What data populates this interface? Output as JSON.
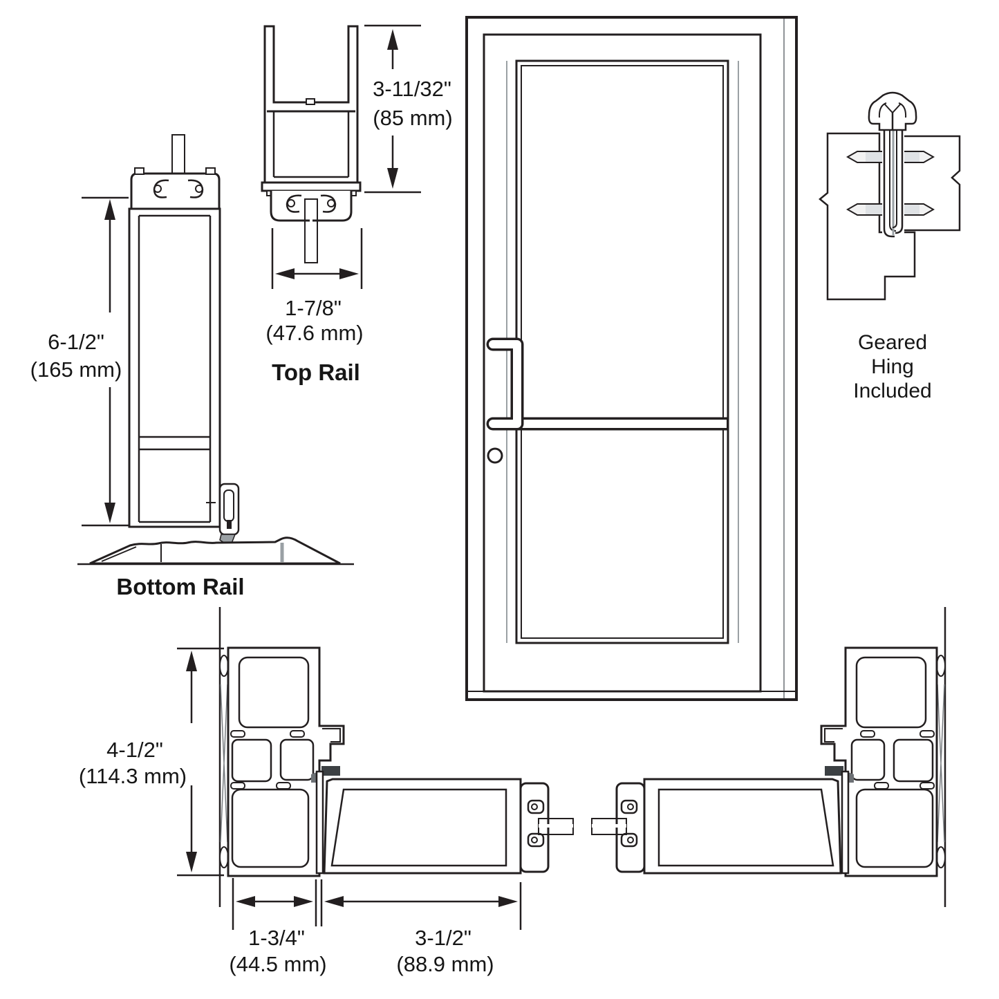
{
  "colors": {
    "line": "#231f20",
    "frame_gray": "#c5c9ce",
    "leaf_gray": "#ced2d6",
    "metal_gray": "#b4b8bc",
    "shadow_gray": "#9aa0a4",
    "sill_dark": "#54585c",
    "background": "#ffffff"
  },
  "bottom_rail": {
    "height_in": "6-1/2\"",
    "height_mm": "(165 mm)",
    "label": "Bottom Rail"
  },
  "top_rail": {
    "height_in": "3-11/32\"",
    "height_mm": "(85 mm)",
    "width_in": "1-7/8\"",
    "width_mm": "(47.6 mm)",
    "label": "Top Rail"
  },
  "hinge_note": {
    "line1": "Geared",
    "line2": "Hing",
    "line3": "Included"
  },
  "frame_section": {
    "depth_in": "4-1/2\"",
    "depth_mm": "(114.3 mm)",
    "stile_in": "1-3/4\"",
    "stile_mm": "(44.5 mm)",
    "rail_in": "3-1/2\"",
    "rail_mm": "(88.9 mm)"
  }
}
